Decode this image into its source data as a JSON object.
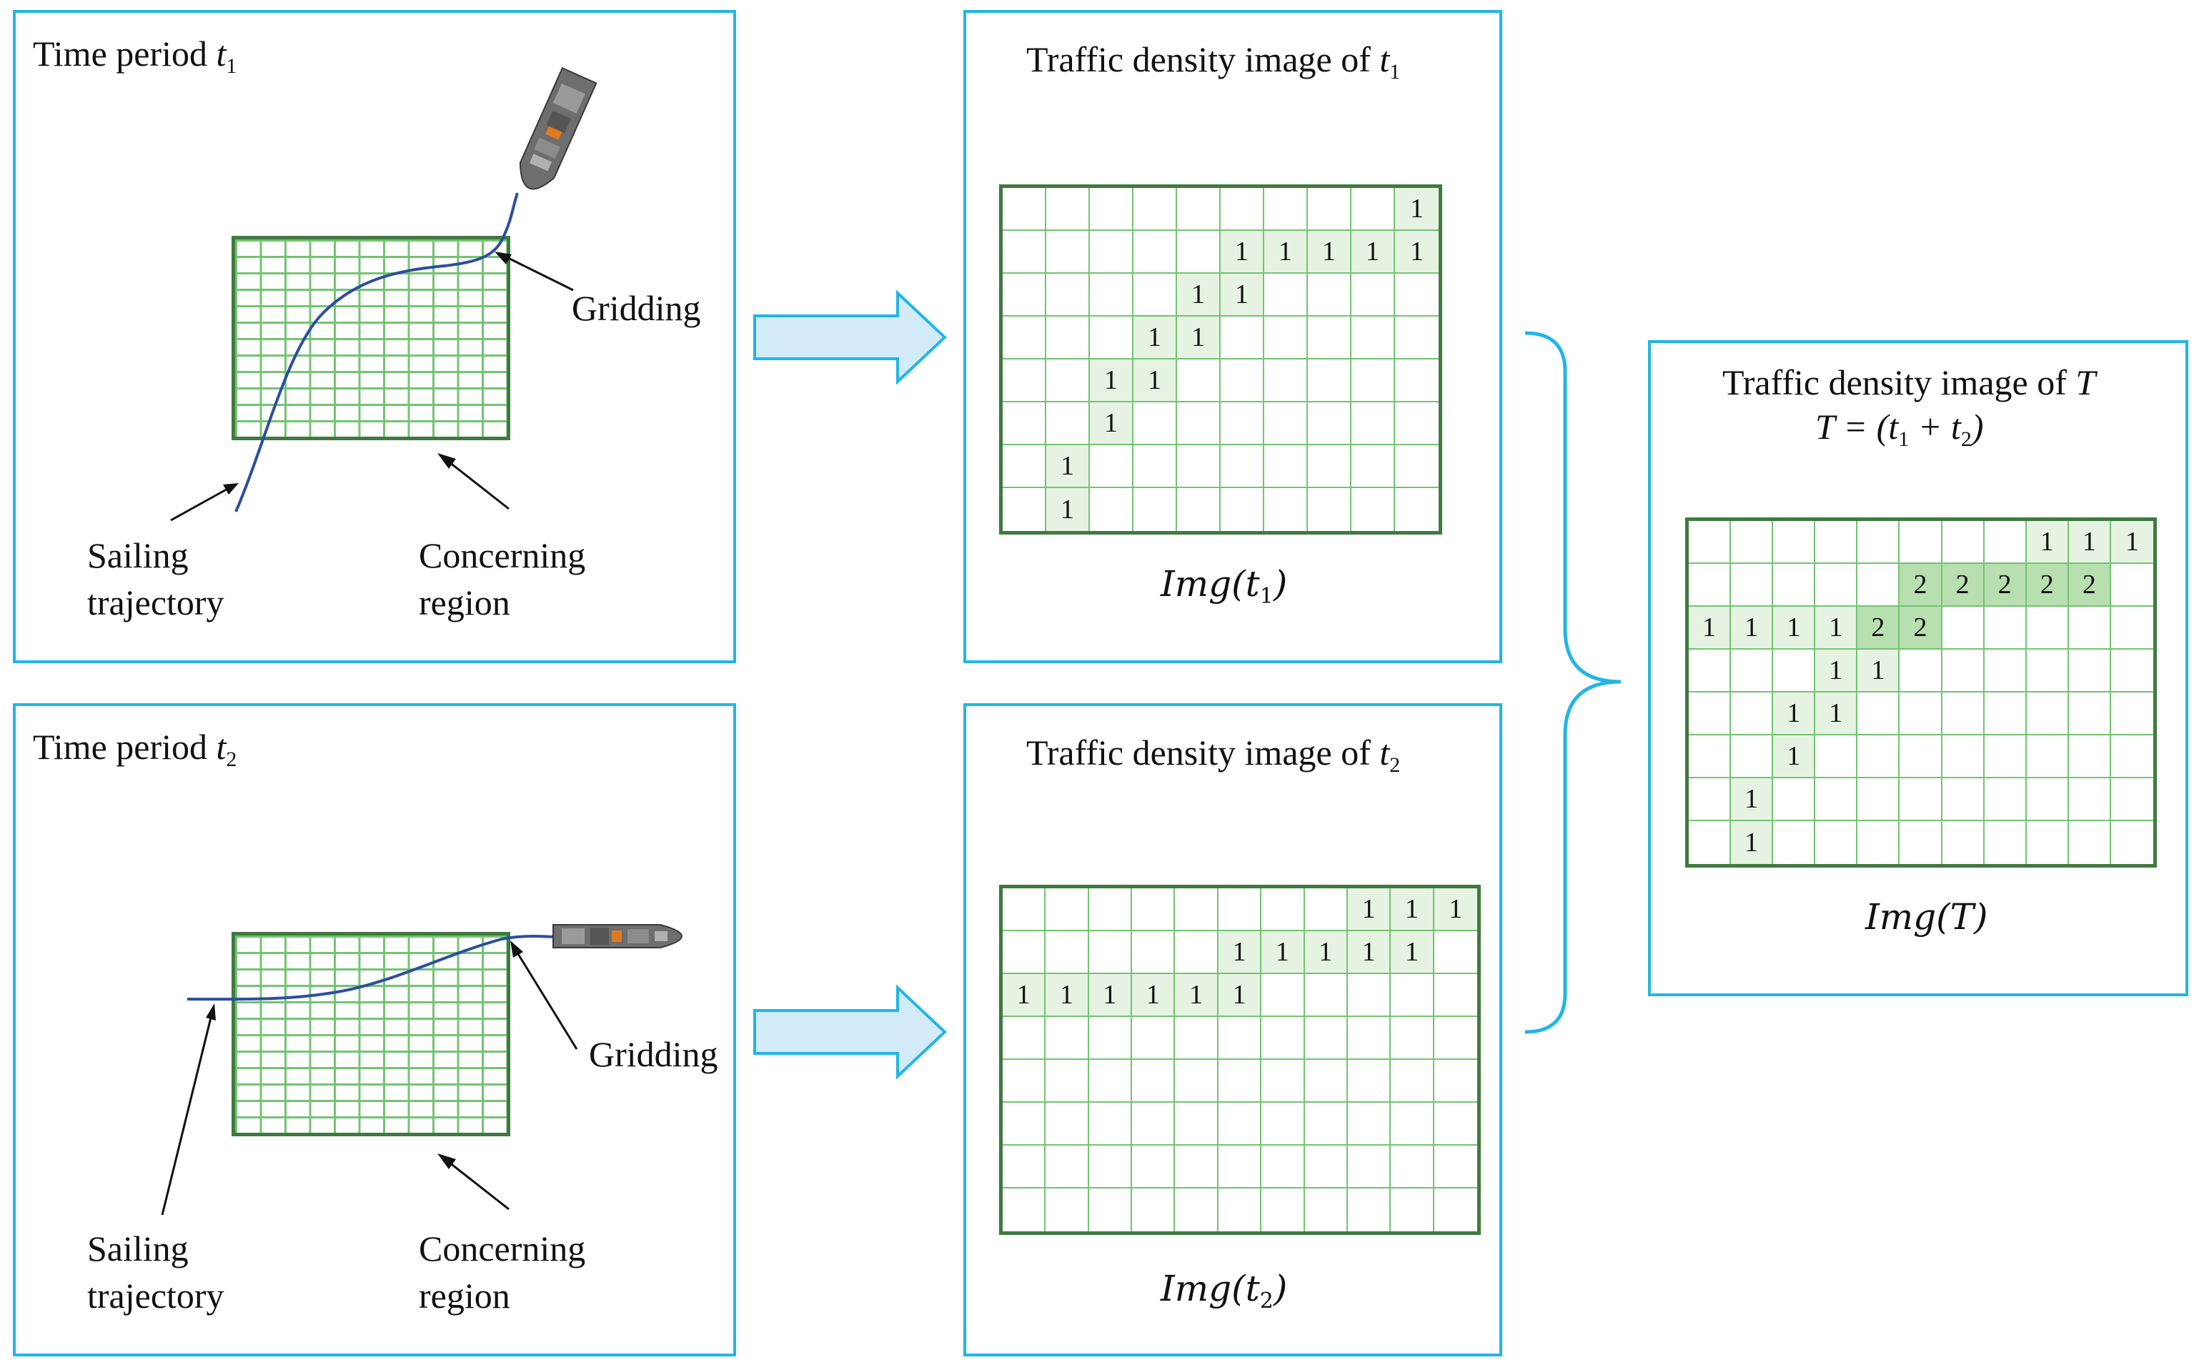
{
  "panels": {
    "p1": {
      "title_text": "Time period ",
      "title_var": "t",
      "title_sub": "1",
      "gridding": "Gridding",
      "sailing_line1": "Sailing",
      "sailing_line2": "trajectory",
      "region_line1": "Concerning",
      "region_line2": "region"
    },
    "p2": {
      "title_text": "Time period ",
      "title_var": "t",
      "title_sub": "2",
      "gridding": "Gridding",
      "sailing_line1": "Sailing",
      "sailing_line2": "trajectory",
      "region_line1": "Concerning",
      "region_line2": "region"
    },
    "d1": {
      "title_text": "Traffic density image of ",
      "title_var": "t",
      "title_sub": "1",
      "caption_main": "Img(t",
      "caption_sub": "1",
      "caption_end": ")",
      "rows": 8,
      "cols": 10,
      "cells": [
        [
          0,
          9,
          1
        ],
        [
          1,
          5,
          1
        ],
        [
          1,
          6,
          1
        ],
        [
          1,
          7,
          1
        ],
        [
          1,
          8,
          1
        ],
        [
          1,
          9,
          1
        ],
        [
          2,
          4,
          1
        ],
        [
          2,
          5,
          1
        ],
        [
          3,
          3,
          1
        ],
        [
          3,
          4,
          1
        ],
        [
          4,
          2,
          1
        ],
        [
          4,
          3,
          1
        ],
        [
          5,
          2,
          1
        ],
        [
          6,
          1,
          1
        ],
        [
          7,
          1,
          1
        ]
      ]
    },
    "d2": {
      "title_text": "Traffic density image of ",
      "title_var": "t",
      "title_sub": "2",
      "caption_main": "Img(t",
      "caption_sub": "2",
      "caption_end": ")",
      "rows": 8,
      "cols": 11,
      "cells": [
        [
          0,
          8,
          1
        ],
        [
          0,
          9,
          1
        ],
        [
          0,
          10,
          1
        ],
        [
          1,
          5,
          1
        ],
        [
          1,
          6,
          1
        ],
        [
          1,
          7,
          1
        ],
        [
          1,
          8,
          1
        ],
        [
          1,
          9,
          1
        ],
        [
          2,
          0,
          1
        ],
        [
          2,
          1,
          1
        ],
        [
          2,
          2,
          1
        ],
        [
          2,
          3,
          1
        ],
        [
          2,
          4,
          1
        ],
        [
          2,
          5,
          1
        ]
      ]
    },
    "dT": {
      "title_line1_text": "Traffic density image of ",
      "title_line1_var": "T",
      "title_line2": "T = (t",
      "title_line2_sub1": "1",
      "title_line2_mid": " + t",
      "title_line2_sub2": "2",
      "title_line2_end": ")",
      "caption": "Img(T)",
      "rows": 8,
      "cols": 11,
      "cells": [
        [
          0,
          8,
          1
        ],
        [
          0,
          9,
          1
        ],
        [
          0,
          10,
          1
        ],
        [
          1,
          5,
          2
        ],
        [
          1,
          6,
          2
        ],
        [
          1,
          7,
          2
        ],
        [
          1,
          8,
          2
        ],
        [
          1,
          9,
          2
        ],
        [
          2,
          0,
          1
        ],
        [
          2,
          1,
          1
        ],
        [
          2,
          2,
          1
        ],
        [
          2,
          3,
          1
        ],
        [
          2,
          4,
          2
        ],
        [
          2,
          5,
          2
        ],
        [
          3,
          3,
          1
        ],
        [
          3,
          4,
          1
        ],
        [
          4,
          2,
          1
        ],
        [
          4,
          3,
          1
        ],
        [
          5,
          2,
          1
        ],
        [
          6,
          1,
          1
        ],
        [
          7,
          1,
          1
        ]
      ]
    }
  },
  "colors": {
    "panel_border": "#22b5e6",
    "grid_border": "#3f7a3f",
    "grid_line": "#72c472",
    "trajectory": "#2b4f9e",
    "arrow_fill": "#d3eaf8",
    "cell_level1": "#e6f3e2",
    "cell_level2": "#b8dfb0"
  },
  "icons": [
    "ship-icon",
    "block-arrow-icon",
    "curly-brace-icon"
  ]
}
